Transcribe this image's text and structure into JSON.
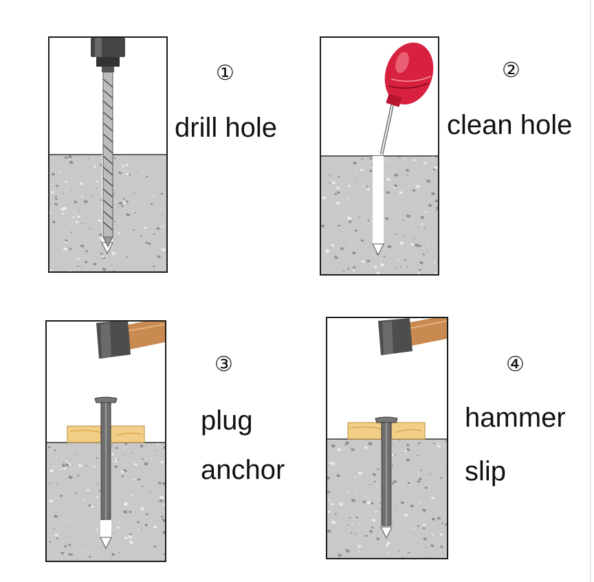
{
  "steps": [
    {
      "number": "①",
      "label_lines": [
        "drill hole"
      ],
      "icon": "drill-icon"
    },
    {
      "number": "②",
      "label_lines": [
        "clean hole"
      ],
      "icon": "blower-pump-icon"
    },
    {
      "number": "③",
      "label_lines": [
        "plug",
        "anchor"
      ],
      "icon": "hammer-icon"
    },
    {
      "number": "④",
      "label_lines": [
        "hammer",
        "slip"
      ],
      "icon": "hammer-icon"
    }
  ],
  "colors": {
    "concrete": "#c9c9c9",
    "concrete_speckle": "#8e8e8e",
    "wood": "#f2cf86",
    "wood_grain": "#d9a954",
    "pump_red": "#d8203f",
    "hammer_head": "#4d4d4d",
    "hammer_handle": "#c98a52",
    "steel": "#7a7a7a",
    "frame": "#1a1a1a"
  }
}
